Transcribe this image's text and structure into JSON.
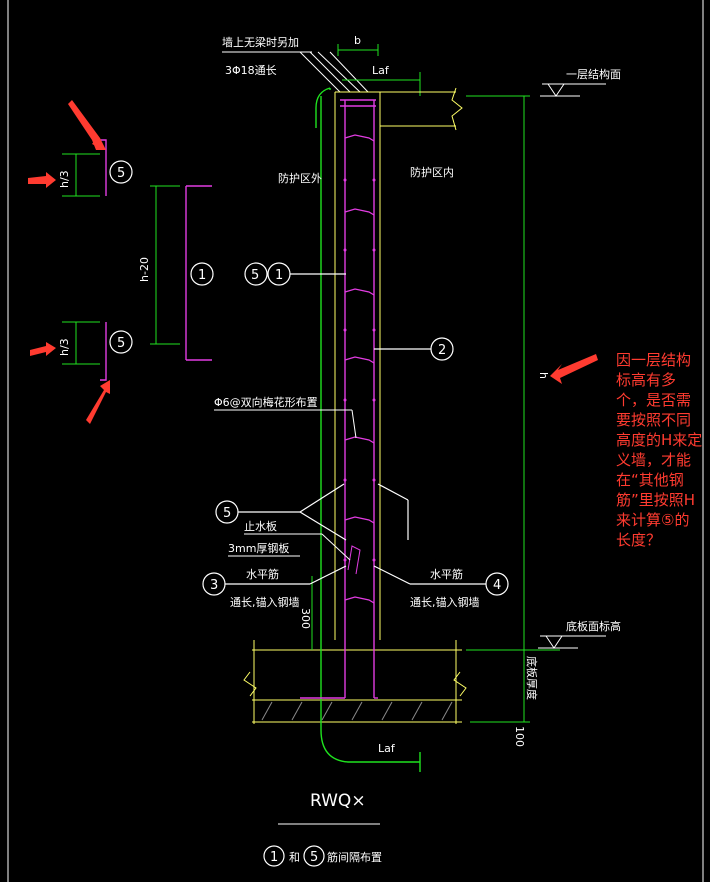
{
  "labels": {
    "top_note_line1": "墙上无梁时另加",
    "top_note_line2": "3Φ18通长",
    "dim_b": "b",
    "lae_top": "Laf",
    "lae_bottom": "Laf",
    "first_floor": "一层结构面",
    "outside": "防护区外",
    "inside": "防护区内",
    "h_over_3_top": "h/3",
    "h_minus_20": "h-20",
    "h_over_3_bottom": "h/3",
    "tie_note": "Φ6@双向梅花形布置",
    "waterstop": "止水板",
    "steel_plate": "3mm厚钢板",
    "horiz_left": "水平筋",
    "horiz_left_sub": "通长,锚入钢墙",
    "horiz_right": "水平筋",
    "horiz_right_sub": "通长,锚入钢墙",
    "dim_300": "300",
    "dim_h": "h",
    "slab_level": "底板面标高",
    "slab_thickness": "底板厚度",
    "dim_100": "100",
    "title": "RWQ×",
    "caption_and": "和",
    "caption_rest": "筋间隔布置"
  },
  "callouts": {
    "c1": "1",
    "c2": "2",
    "c3": "3",
    "c4": "4",
    "c5": "5"
  },
  "annotation": {
    "lines": [
      "因一层结构",
      "标高有多",
      "个，是否需",
      "要按照不同",
      "高度的H来定",
      "义墙，才能",
      "在“其他钢",
      "筋”里按照H",
      "来计算⑤的",
      "长度？"
    ]
  },
  "colors": {
    "background": "#000000",
    "magenta": "#e23ce2",
    "green": "#1fe21f",
    "yellow": "#ffff66",
    "white": "#ffffff",
    "annotation_red": "#ff3b30"
  }
}
